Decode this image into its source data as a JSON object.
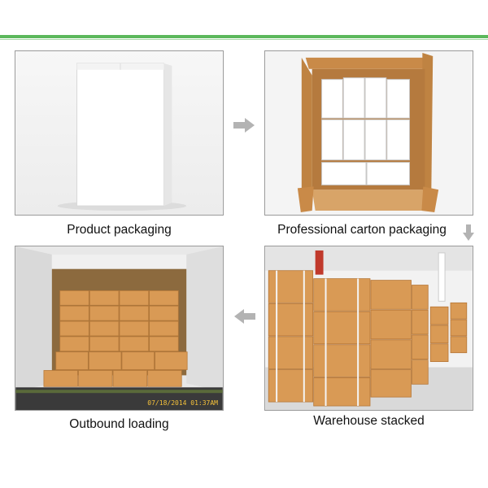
{
  "steps": [
    {
      "caption": "Product packaging"
    },
    {
      "caption": "Professional carton packaging"
    },
    {
      "caption": "Outbound loading"
    },
    {
      "caption": "Warehouse stacked"
    }
  ],
  "photo_stamp": "07/18/2014 01:37AM",
  "colors": {
    "accent_line": "#5cb85c",
    "arrow": "#b3b3b3",
    "carton": "#d49a55"
  },
  "icons": [
    "arrow-right-icon",
    "arrow-down-icon",
    "arrow-left-icon"
  ]
}
